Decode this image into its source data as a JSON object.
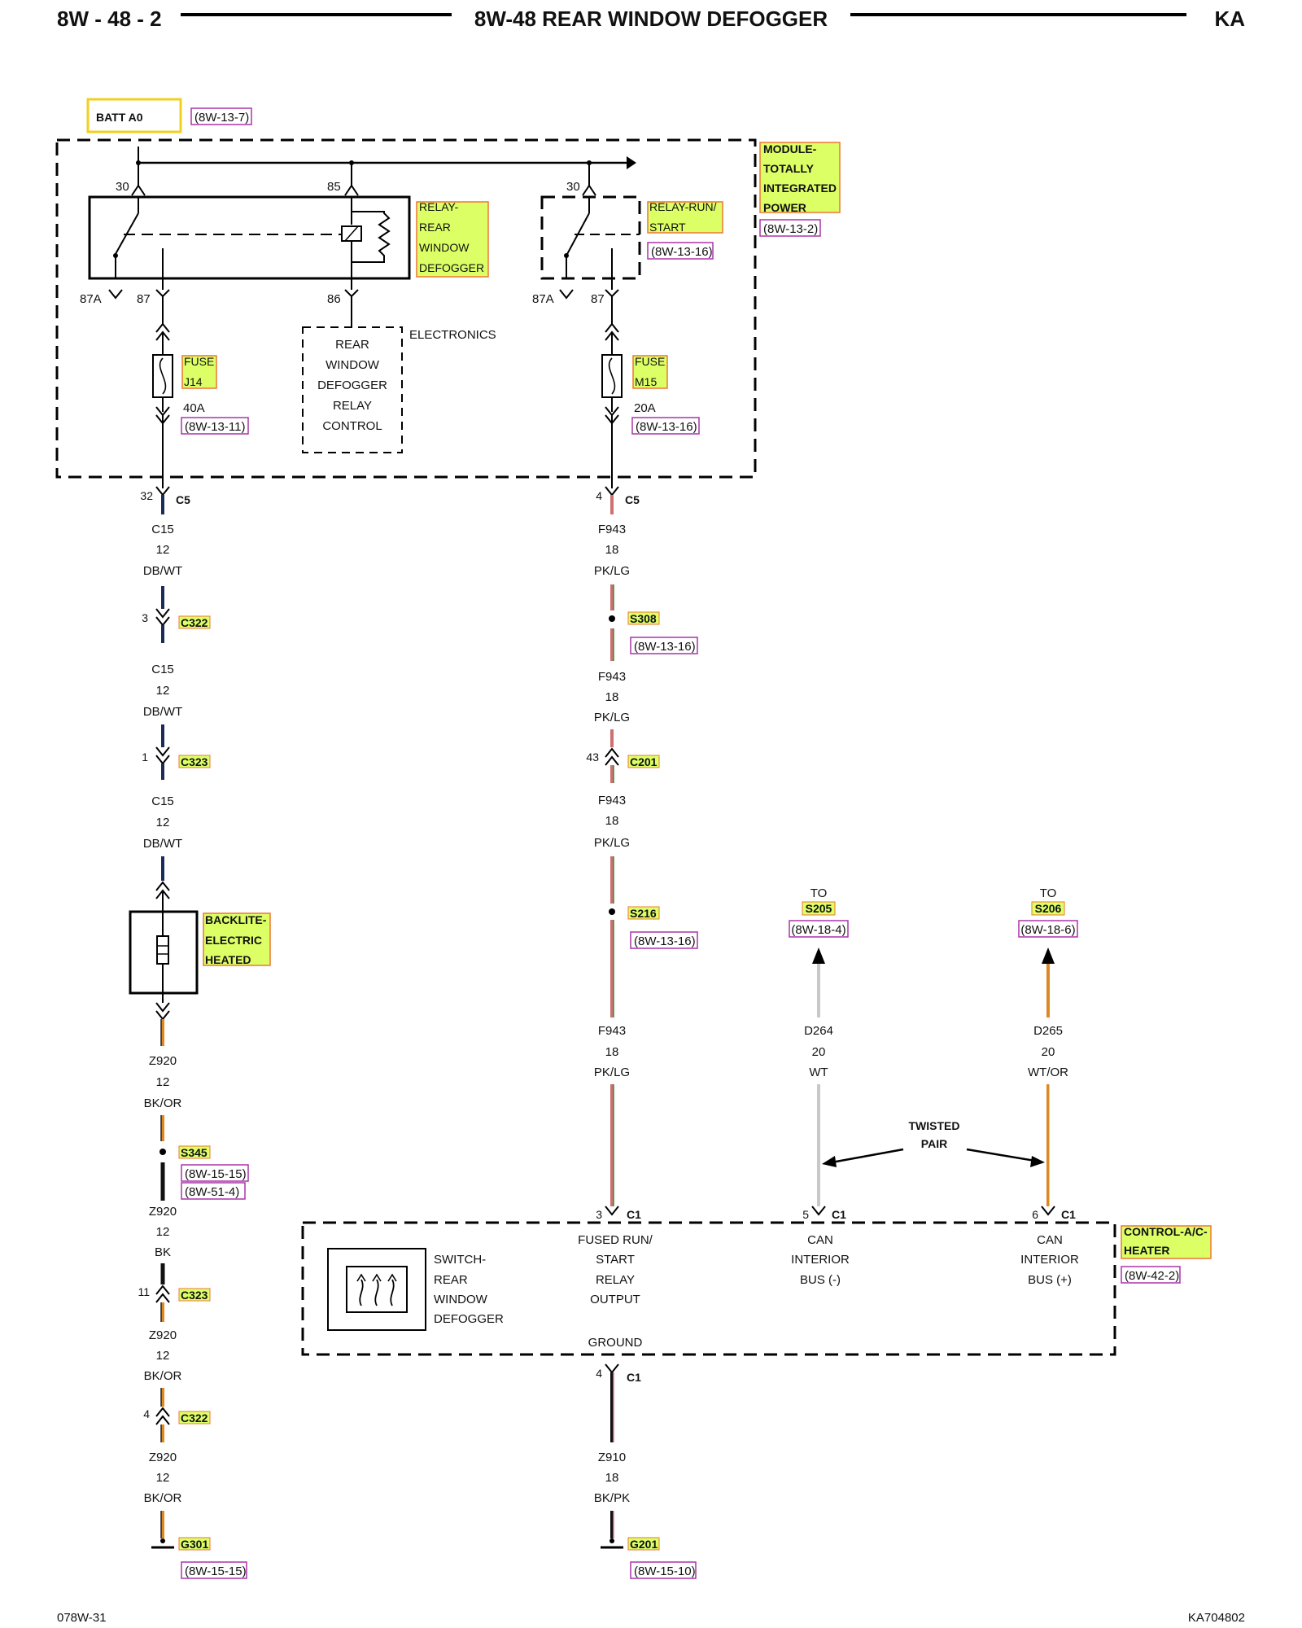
{
  "header": {
    "page": "8W - 48 - 2",
    "title": "8W-48 REAR WINDOW DEFOGGER",
    "code": "KA"
  },
  "footer": {
    "left": "078W-31",
    "right": "KA704802"
  },
  "batt": {
    "label": "BATT A0",
    "ref": "(8W-13-7)"
  },
  "tipm": {
    "name_lines": [
      "MODULE-",
      "TOTALLY",
      "INTEGRATED",
      "POWER"
    ],
    "ref": "(8W-13-2)"
  },
  "relay_defogger": {
    "name_lines": [
      "RELAY-",
      "REAR",
      "WINDOW",
      "DEFOGGER"
    ],
    "pins": {
      "p30": "30",
      "p85": "85",
      "p87a": "87A",
      "p87": "87",
      "p86": "86"
    }
  },
  "relay_runstart": {
    "name_lines": [
      "RELAY-RUN/",
      "START"
    ],
    "ref": "(8W-13-16)",
    "pins": {
      "p30": "30",
      "p87a": "87A",
      "p87": "87"
    }
  },
  "electronics": {
    "label": "ELECTRONICS",
    "lines": [
      "REAR",
      "WINDOW",
      "DEFOGGER",
      "RELAY",
      "CONTROL"
    ]
  },
  "fuse_j14": {
    "name_lines": [
      "FUSE",
      "J14"
    ],
    "rating": "40A",
    "ref": "(8W-13-11)"
  },
  "fuse_m15": {
    "name_lines": [
      "FUSE",
      "M15"
    ],
    "rating": "20A",
    "ref": "(8W-13-16)"
  },
  "left_chain": {
    "c5": {
      "pin": "32",
      "conn": "C5"
    },
    "w1": [
      "C15",
      "12",
      "DB/WT"
    ],
    "c322a": {
      "pin": "3",
      "conn": "C322"
    },
    "w2": [
      "C15",
      "12",
      "DB/WT"
    ],
    "c323a": {
      "pin": "1",
      "conn": "C323"
    },
    "w3": [
      "C15",
      "12",
      "DB/WT"
    ],
    "backlite": [
      "BACKLITE-",
      "ELECTRIC",
      "HEATED"
    ],
    "w4": [
      "Z920",
      "12",
      "BK/OR"
    ],
    "s345": {
      "conn": "S345",
      "refs": [
        "(8W-15-15)",
        "(8W-51-4)"
      ]
    },
    "w5": [
      "Z920",
      "12",
      "BK"
    ],
    "c323b": {
      "pin": "11",
      "conn": "C323"
    },
    "w6": [
      "Z920",
      "12",
      "BK/OR"
    ],
    "c322b": {
      "pin": "4",
      "conn": "C322"
    },
    "w7": [
      "Z920",
      "12",
      "BK/OR"
    ],
    "g301": {
      "conn": "G301",
      "ref": "(8W-15-15)"
    }
  },
  "mid_chain": {
    "c5": {
      "pin": "4",
      "conn": "C5"
    },
    "w1": [
      "F943",
      "18",
      "PK/LG"
    ],
    "s308": {
      "conn": "S308",
      "ref": "(8W-13-16)"
    },
    "w2": [
      "F943",
      "18",
      "PK/LG"
    ],
    "c201": {
      "pin": "43",
      "conn": "C201"
    },
    "w3": [
      "F943",
      "18",
      "PK/LG"
    ],
    "s216": {
      "conn": "S216",
      "ref": "(8W-13-16)"
    },
    "w4": [
      "F943",
      "18",
      "PK/LG"
    ],
    "c1": {
      "pin": "3",
      "conn": "C1"
    },
    "c1_ground": {
      "pin": "4",
      "conn": "C1"
    },
    "w5": [
      "Z910",
      "18",
      "BK/PK"
    ],
    "g201": {
      "conn": "G201",
      "ref": "(8W-15-10)"
    }
  },
  "can_minus": {
    "to": "TO",
    "splice": "S205",
    "ref": "(8W-18-4)",
    "wire": [
      "D264",
      "20",
      "WT"
    ],
    "pin": "5",
    "conn": "C1",
    "desc": [
      "CAN",
      "INTERIOR",
      "BUS (-)"
    ]
  },
  "can_plus": {
    "to": "TO",
    "splice": "S206",
    "ref": "(8W-18-6)",
    "wire": [
      "D265",
      "20",
      "WT/OR"
    ],
    "pin": "6",
    "conn": "C1",
    "desc": [
      "CAN",
      "INTERIOR",
      "BUS (+)"
    ]
  },
  "twisted_pair": [
    "TWISTED",
    "PAIR"
  ],
  "hvac": {
    "name_lines": [
      "CONTROL-A/C-",
      "HEATER"
    ],
    "ref": "(8W-42-2)",
    "switch_lines": [
      "SWITCH-",
      "REAR",
      "WINDOW",
      "DEFOGGER"
    ],
    "fused_lines": [
      "FUSED RUN/",
      "START",
      "RELAY",
      "OUTPUT"
    ],
    "ground": "GROUND"
  },
  "colors": {
    "highlight": "#ddff66",
    "highlight_border": "#ee7733",
    "ref_border": "#aa33aa",
    "dbwt": "#1a2a5a",
    "pklg": "#cc7070",
    "pklg2": "#3a8a3a",
    "bkor": "#dd8822",
    "wt": "#c8c8c8"
  }
}
